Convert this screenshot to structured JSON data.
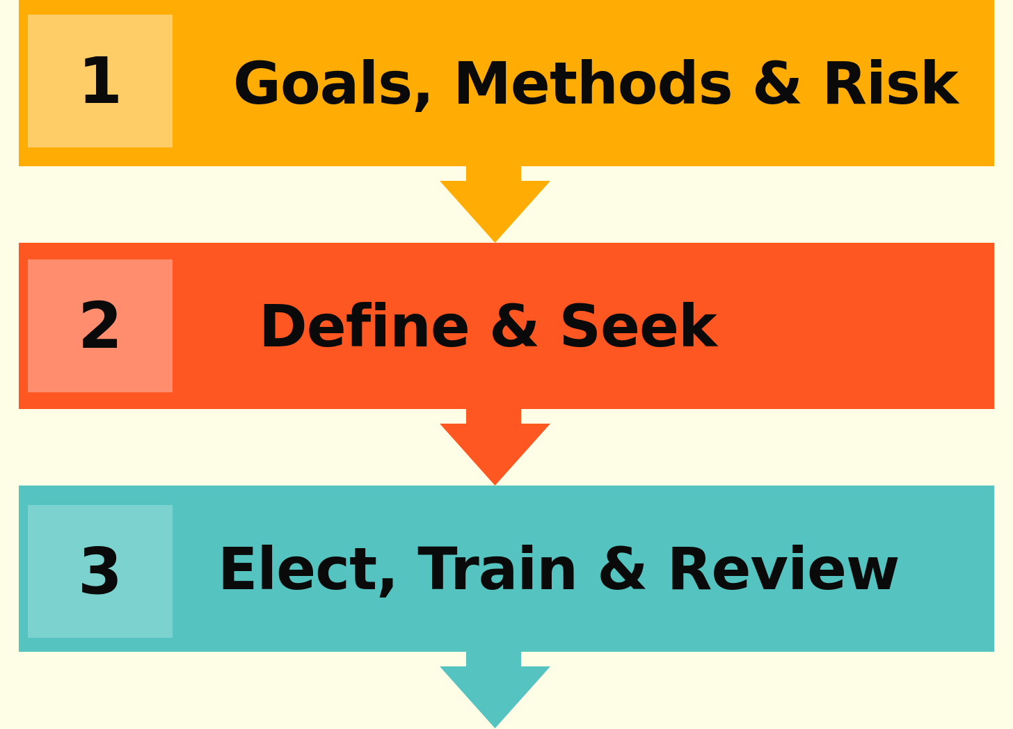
{
  "colors": {
    "background": "#fefde6",
    "step1": "#ffad05",
    "step1_box": "#ffcd67",
    "step2": "#ff5722",
    "step2_box": "#ff8d6e",
    "step3": "#55c4c1",
    "step3_box": "#7bd2cf",
    "text": "#0a0a0a"
  },
  "steps": [
    {
      "number": "1",
      "label": "Goals, Methods & Risk"
    },
    {
      "number": "2",
      "label": "Define & Seek"
    },
    {
      "number": "3",
      "label": "Elect, Train & Review"
    }
  ],
  "arrows": [
    {
      "icon": "arrow-down-icon"
    },
    {
      "icon": "arrow-down-icon"
    },
    {
      "icon": "arrow-down-icon"
    }
  ]
}
